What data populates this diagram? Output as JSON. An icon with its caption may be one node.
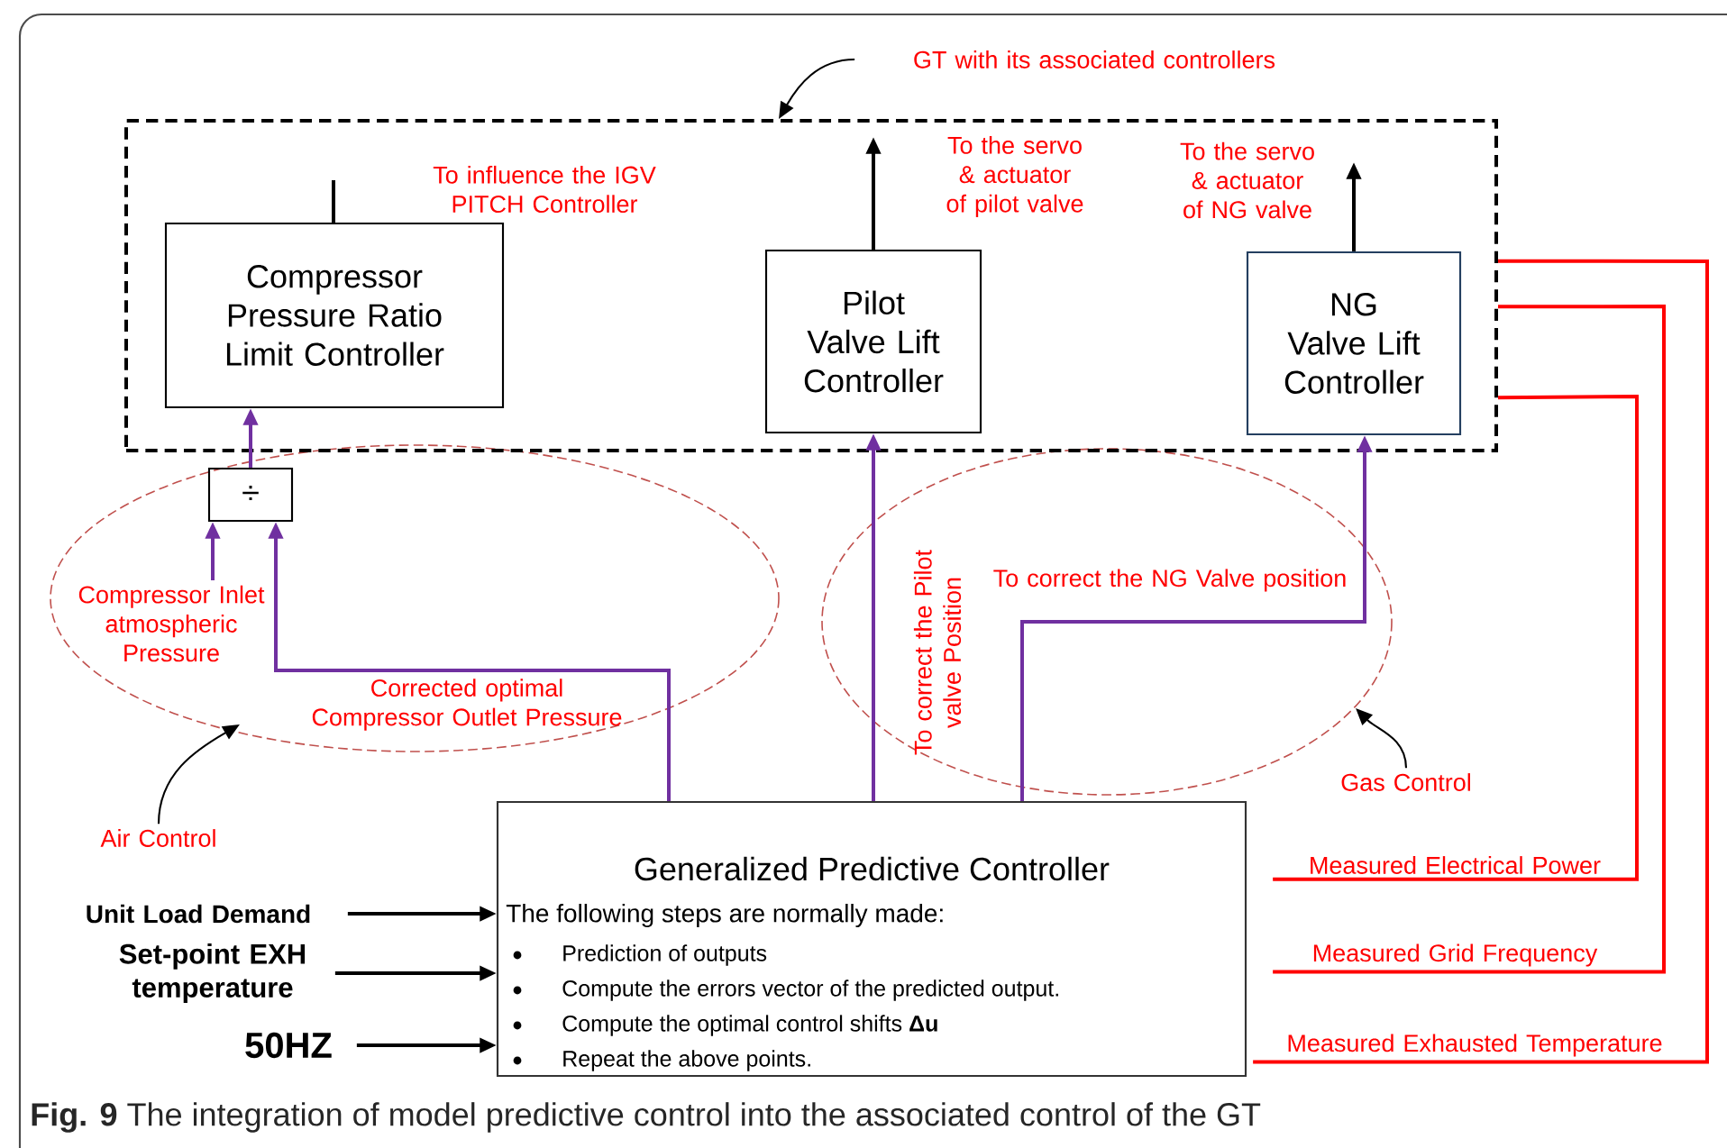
{
  "diagram": {
    "caption": "**Fig. 9** The integration of model predictive control into the associated control of the GT",
    "nodes": [
      {
        "text": [],
        "shape": "box"
      },
      {
        "text": [
          "GT with its associated controllers"
        ]
      },
      {
        "text": [
          "Compressor Pressure Ratio Limit Controller"
        ],
        "in": 0
      },
      {
        "text": [
          "Pilot Valve Lift Controller"
        ],
        "in": 0
      },
      {
        "text": [
          "NG Valve Lift Controller"
        ],
        "in": 0
      },
      {
        "text": [
          "÷"
        ]
      },
      {
        "text": [
          "Air Control"
        ]
      },
      {
        "text": [
          "Gas Control"
        ]
      },
      {
        "text": [
          "Generalized Predictive Controller",
          "The following steps are normally made:",
          "Prediction of outputs",
          "Compute the errors vector of the predicted output.",
          "Compute the optimal control shifts **Δu**",
          "Repeat the above points."
        ]
      },
      {
        "text": [
          "Unit Load Demand"
        ]
      },
      {
        "text": [
          "Set-point EXH temperature"
        ]
      },
      {
        "text": [
          "50HZ"
        ]
      },
      {
        "text": [
          "Measured Electrical Power"
        ]
      },
      {
        "text": [
          "Measured Grid Frequency"
        ]
      },
      {
        "text": [
          "Measured Exhausted Temperature"
        ]
      }
    ],
    "edges": [
      {
        "from": 1,
        "to": 0,
        "arrow": "to"
      },
      {
        "from": 6,
        "to": null,
        "arrow": "to"
      },
      {
        "from": 7,
        "to": null,
        "arrow": "to"
      },
      {
        "from": 2,
        "to": null,
        "arrow": "none",
        "label": "To influence the IGV PITCH Controller"
      },
      {
        "from": 3,
        "to": null,
        "arrow": "to",
        "label": "To the servo & actuator of pilot valve"
      },
      {
        "from": 4,
        "to": null,
        "arrow": "to",
        "label": "To the servo & actuator of NG valve"
      },
      {
        "from": 5,
        "to": 2,
        "arrow": "to",
        "color": "#7030a0"
      },
      {
        "from": null,
        "to": 5,
        "arrow": "to",
        "color": "#7030a0",
        "label": "Compressor Inlet atmospheric Pressure"
      },
      {
        "from": 8,
        "to": 5,
        "arrow": "to",
        "color": "#7030a0",
        "label": "Corrected optimal Compressor Outlet Pressure"
      },
      {
        "from": 8,
        "to": 3,
        "arrow": "to",
        "color": "#7030a0",
        "label": "To correct the Pilot valve Position"
      },
      {
        "from": 8,
        "to": 4,
        "arrow": "to",
        "color": "#7030a0",
        "label": "To correct the NG Valve position"
      },
      {
        "from": 9,
        "to": 8,
        "arrow": "to"
      },
      {
        "from": 10,
        "to": 8,
        "arrow": "to"
      },
      {
        "from": 11,
        "to": 8,
        "arrow": "to"
      },
      {
        "from": 12,
        "to": 0,
        "arrow": "none",
        "color": "#ff0000"
      },
      {
        "from": 13,
        "to": 0,
        "arrow": "none",
        "color": "#ff0000"
      },
      {
        "from": 14,
        "to": 0,
        "arrow": "none",
        "color": "#ff0000"
      }
    ]
  }
}
